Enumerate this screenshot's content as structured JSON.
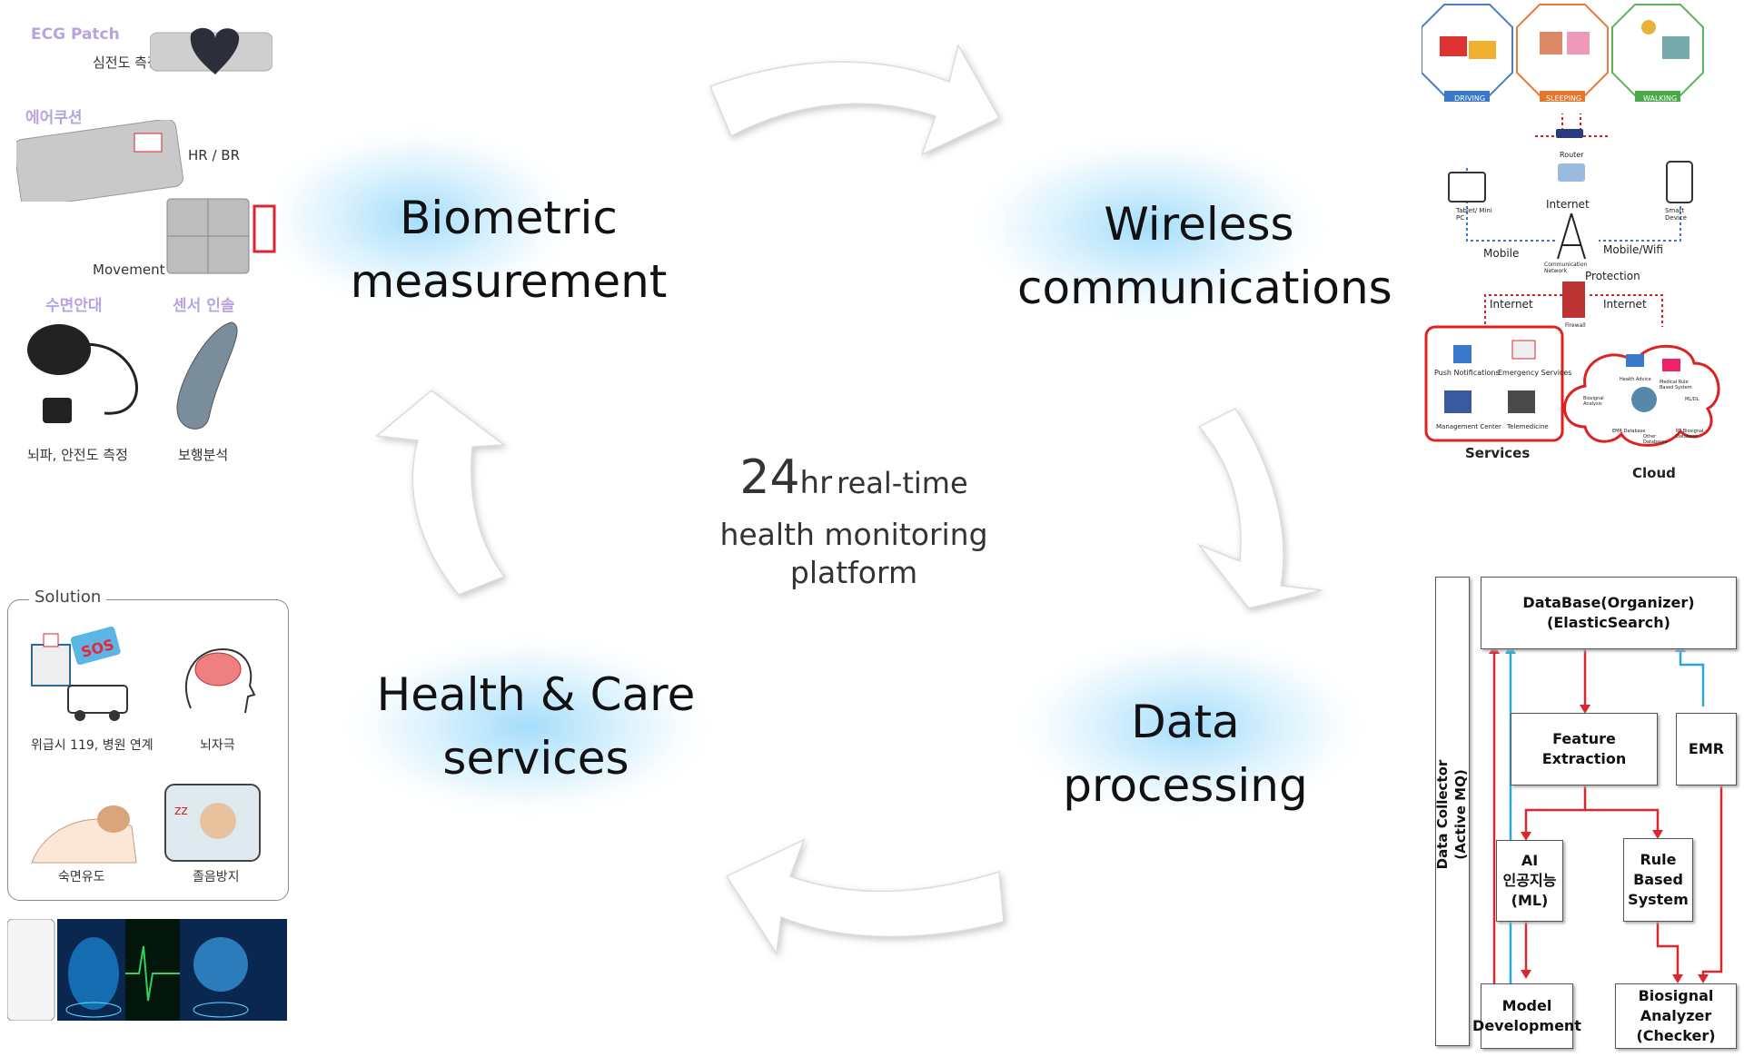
{
  "center": {
    "big": "24",
    "hr": "hr",
    "line1_rest": "real-time",
    "line2": "health monitoring",
    "line3": "platform"
  },
  "stages": {
    "biometric": {
      "line1": "Biometric",
      "line2": "measurement"
    },
    "wireless": {
      "line1": "Wireless",
      "line2": "communications"
    },
    "data": {
      "line1": "Data",
      "line2": "processing"
    },
    "health": {
      "line1": "Health & Care",
      "line2": "services"
    }
  },
  "sensors": {
    "ecg_patch": "ECG Patch",
    "ecg_measure": "심전도 측정",
    "air_cushion": "에어쿠션",
    "hr_br": "HR / BR",
    "movement": "Movement",
    "sleep_mask": "수면안대",
    "sensor_insole": "센서 인솔",
    "eeg_ecg": "뇌파, 안전도 측정",
    "gait": "보행분석"
  },
  "solution": {
    "title": "Solution",
    "sos": "SOS",
    "emergency": "위급시 119, 병원 연계",
    "brain": "뇌자극",
    "sleep": "숙면유도",
    "drowsy": "졸음방지"
  },
  "network": {
    "driving": "DRIVING",
    "sleeping": "SLEEPING",
    "walking": "WALKING",
    "router": "Router",
    "internet_top": "Internet",
    "mobile": "Mobile",
    "mobile_wifi": "Mobile/Wifi",
    "tablet": "Tablet/ Mini PC",
    "smart_device": "Smart Device",
    "comm_network": "Communication Network",
    "protection": "Protection",
    "firewall": "Firewall",
    "internet_left": "Internet",
    "internet_right": "Internet",
    "push": "Push Notifications",
    "emergency_services": "Emergency Services",
    "management": "Management Center",
    "telemedicine": "Telemedicine",
    "services": "Services",
    "cloud": "Cloud",
    "health_advice": "Health Advice",
    "medical_rule": "Medical Rule Based System",
    "ml_dl": "ML/DL",
    "biosignal_analysis": "Biosignal Analysis",
    "emr_database": "EMR Database",
    "other_databases": "Other Databases",
    "rt_biosignal": "RT Biosignal Database"
  },
  "pipeline": {
    "collector1": "Data Collector",
    "collector2": "(Active MQ)",
    "db1": "DataBase(Organizer)",
    "db2": "(ElasticSearch)",
    "feature": "Feature Extraction",
    "emr": "EMR",
    "ai1": "AI",
    "ai2": "인공지능",
    "ai3": "(ML)",
    "rule1": "Rule Based",
    "rule2": "System",
    "model1": "Model",
    "model2": "Development",
    "bio1": "Biosignal Analyzer",
    "bio2": "(Checker)"
  },
  "colors": {
    "glow": "#bfe6fb",
    "arrow_stroke": "#d8d8d8",
    "red_line": "#d9272e",
    "blue_line": "#2aa7d8",
    "purple_label": "#b7a3e0"
  }
}
